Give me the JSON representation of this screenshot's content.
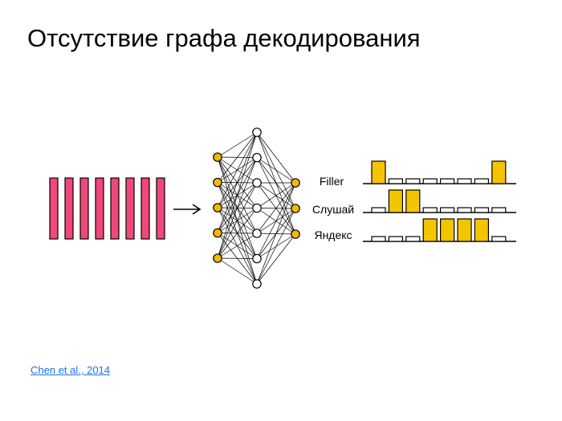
{
  "slide": {
    "title": "Отсутствие графа декодирования",
    "citation": "Chen et al., 2014"
  },
  "diagram": {
    "colors": {
      "frame": "#f0487a",
      "node": "#f5b800",
      "active_state": "#f5c400",
      "line": "#000000"
    },
    "frames_count": 8,
    "network": {
      "input_nodes": 5,
      "hidden_nodes": 7,
      "output_nodes": 3
    },
    "keywords": [
      {
        "label": "Filler",
        "states": [
          1,
          0,
          0,
          0,
          0,
          0,
          0,
          1
        ]
      },
      {
        "label": "Слушай",
        "states": [
          0,
          1,
          1,
          0,
          0,
          0,
          0,
          0
        ]
      },
      {
        "label": "Яндекс",
        "states": [
          0,
          0,
          0,
          1,
          1,
          1,
          1,
          0
        ]
      }
    ],
    "arrow_icon": "right-arrow-icon"
  }
}
